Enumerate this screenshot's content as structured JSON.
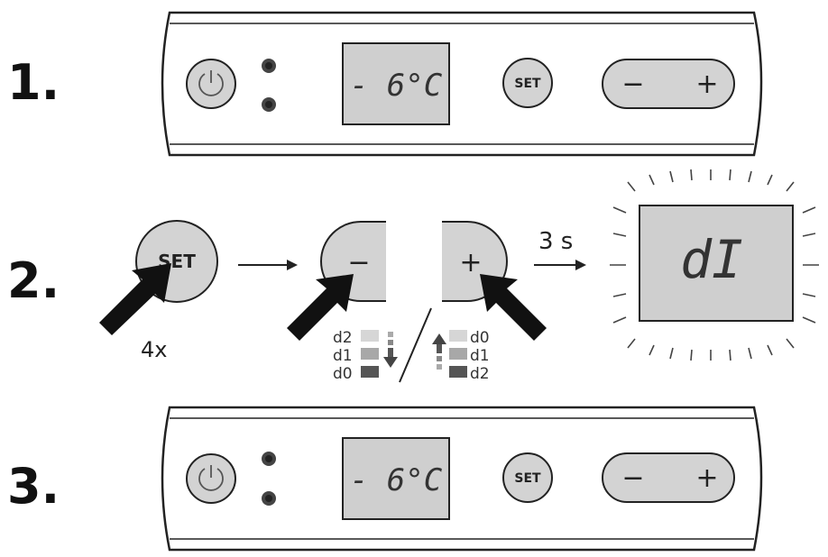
{
  "steps": {
    "step1": {
      "number": "1.",
      "display": "- 6°C",
      "set_label": "SET",
      "minus": "−",
      "plus": "+"
    },
    "step2": {
      "number": "2.",
      "set_label": "SET",
      "press_count": "4x",
      "minus": "−",
      "plus": "+",
      "hold_time": "3 s",
      "display": "dI",
      "down_list": [
        "d2",
        "d1",
        "d0"
      ],
      "up_list": [
        "d0",
        "d1",
        "d2"
      ]
    },
    "step3": {
      "number": "3.",
      "display": "- 6°C",
      "set_label": "SET",
      "minus": "−",
      "plus": "+"
    }
  },
  "colors": {
    "line": "#222222",
    "button_fill": "#d3d3d3",
    "lcd_fill": "#cfcfcf",
    "level_light": "#d6d6d6",
    "level_mid": "#a8a8a8",
    "level_dark": "#555555"
  }
}
